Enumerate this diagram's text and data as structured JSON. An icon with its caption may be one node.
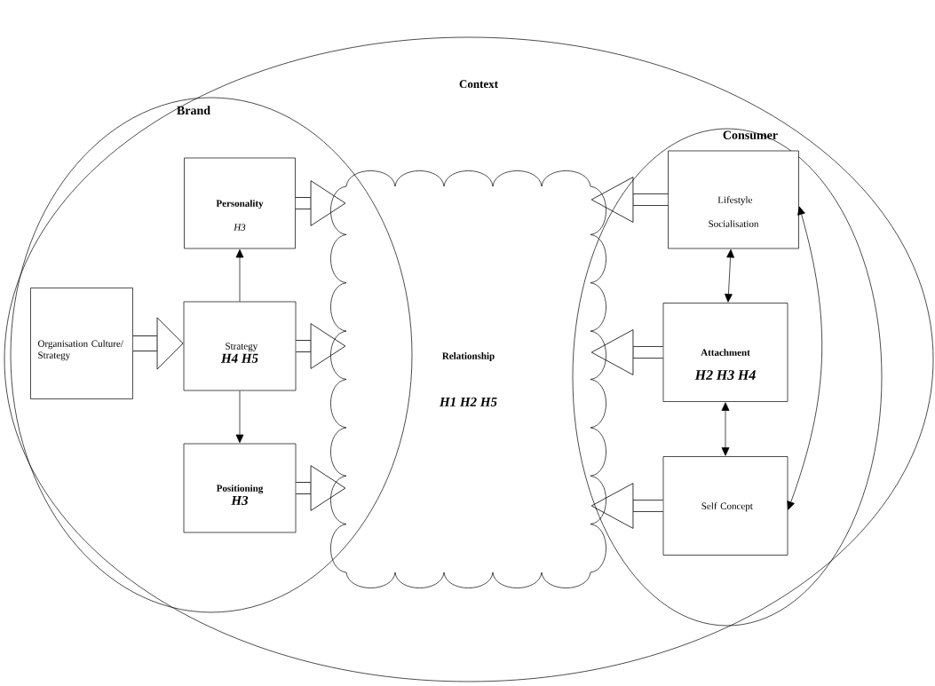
{
  "diagram": {
    "nodes": [
      {
        "text": [
          "Context"
        ]
      },
      {
        "text": [
          "Brand"
        ],
        "in": 0
      },
      {
        "text": [
          "Personality",
          "H3"
        ],
        "in": 1
      },
      {
        "text": [
          "Organisation Culture/ Strategy"
        ],
        "in": 1
      },
      {
        "text": [
          "Strategy",
          "H4 H5"
        ],
        "in": 1
      },
      {
        "text": [
          "Positioning",
          "H3"
        ],
        "in": 1
      },
      {
        "text": [
          "Relationship",
          "H1  H2 H5"
        ],
        "in": 0
      },
      {
        "text": [
          "Consumer"
        ],
        "in": 0
      },
      {
        "text": [
          "Lifestyle",
          "Socialisation"
        ],
        "in": 7
      },
      {
        "text": [
          "Attachment",
          "H2 H3 H4"
        ],
        "in": 7
      },
      {
        "text": [
          "Self Concept"
        ],
        "in": 7
      }
    ],
    "edges": [
      {
        "from": 3,
        "to": 4,
        "arrow": "to"
      },
      {
        "from": 4,
        "to": 2,
        "arrow": "to"
      },
      {
        "from": 4,
        "to": 5,
        "arrow": "to"
      },
      {
        "from": 2,
        "to": 6,
        "arrow": "to"
      },
      {
        "from": 4,
        "to": 6,
        "arrow": "to"
      },
      {
        "from": 5,
        "to": 6,
        "arrow": "to"
      },
      {
        "from": 8,
        "to": 9,
        "arrow": "both"
      },
      {
        "from": 9,
        "to": 10,
        "arrow": "both"
      },
      {
        "from": 10,
        "to": 8,
        "arrow": "both"
      },
      {
        "from": 8,
        "to": 6,
        "arrow": "to"
      },
      {
        "from": 9,
        "to": 6,
        "arrow": "to"
      },
      {
        "from": 10,
        "to": 6,
        "arrow": "to"
      }
    ]
  }
}
